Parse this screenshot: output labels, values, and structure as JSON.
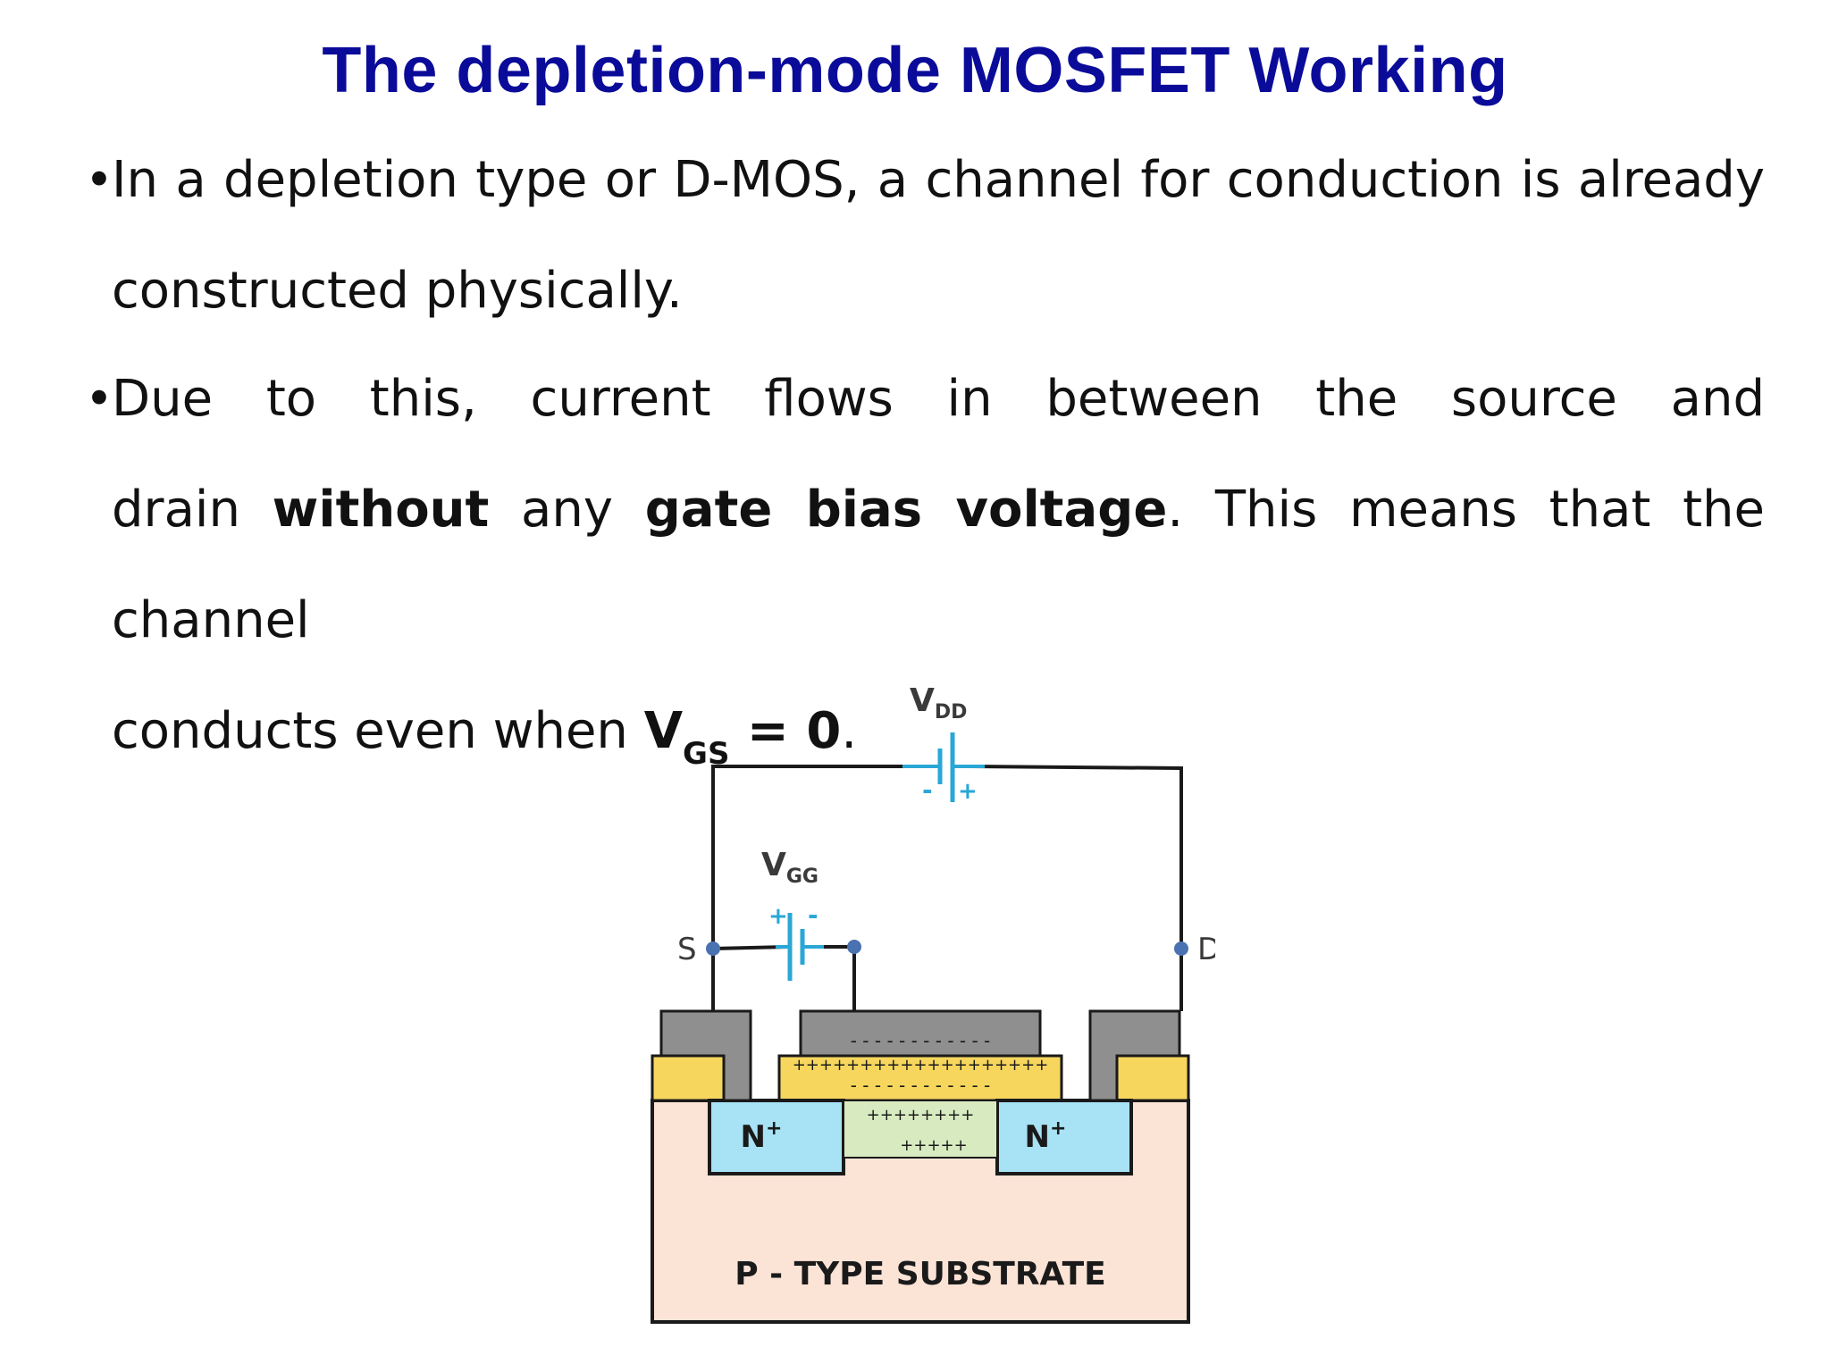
{
  "slide": {
    "title": "The depletion-mode MOSFET Working"
  },
  "bullets": {
    "b1": {
      "line1": "In a depletion type or D-MOS, a channel for conduction is already",
      "line2": "constructed physically."
    },
    "b2": {
      "line1": "Due to this, current flows in between the source and",
      "line2_pre": "drain ",
      "line2_bold1": "without",
      "line2_mid": " any ",
      "line2_bold2": "gate bias voltage",
      "line2_post": ". This means that the channel",
      "line3_pre": "conducts even when ",
      "line3_v": "V",
      "line3_sub": "GS",
      "line3_eq": " = 0",
      "line3_post": "."
    },
    "bullet_glyph": "•"
  },
  "diagram": {
    "vdd_label": "V",
    "vdd_sub": "DD",
    "vgg_label": "V",
    "vgg_sub": "GG",
    "source_label": "S",
    "drain_label": "D",
    "n_left": "N",
    "n_right": "N",
    "n_sup": "+",
    "minus": "-",
    "plus": "+",
    "oxide_minus_top": "- - - - - - - - - - - -",
    "oxide_plus": "+++++++++++++++++++",
    "oxide_minus_bottom": "- - - - - - - - - - - -",
    "channel_plus_top": "++++++++",
    "channel_plus_bottom": "+++++",
    "substrate_label": "P - TYPE SUBSTRATE",
    "colors": {
      "wire": "#1a1a1a",
      "battery": "#2aa7d6",
      "terminal_dot": "#4a72b0",
      "metal": "#8f8f8f",
      "oxide": "#f7d65e",
      "n_region": "#a8e2f5",
      "channel": "#d8ebc0",
      "substrate": "#fbe3d6"
    }
  }
}
